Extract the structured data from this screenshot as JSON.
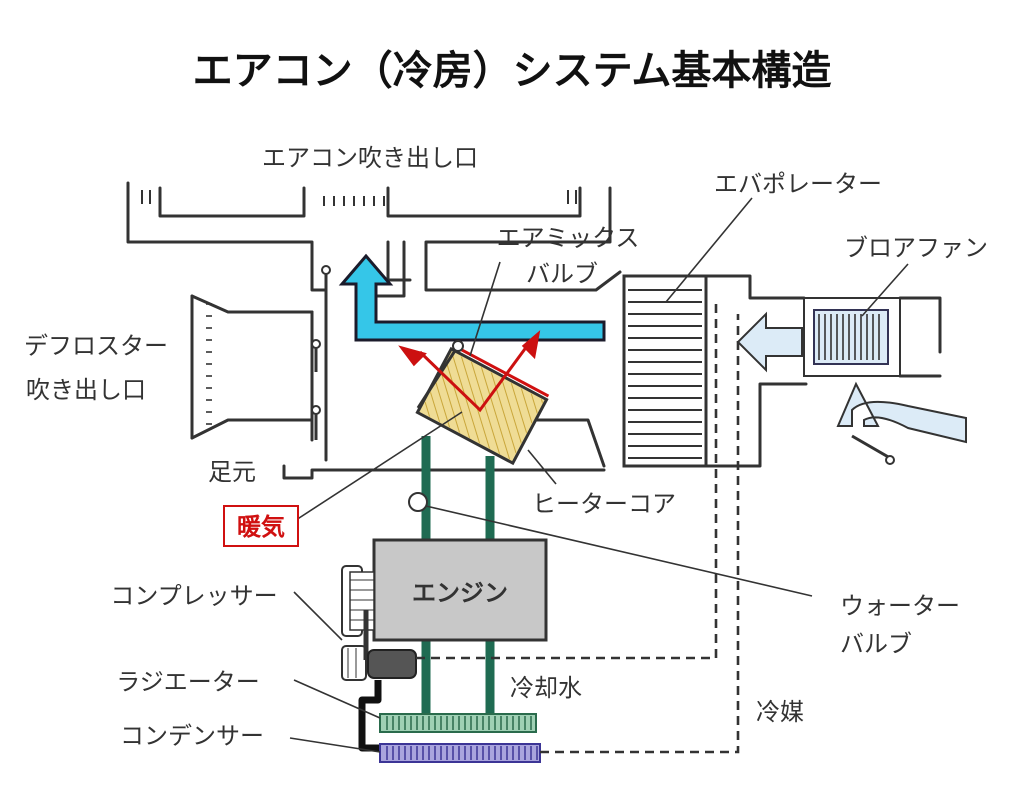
{
  "title": "エアコン（冷房）システム基本構造",
  "labels": {
    "ac_outlet": "エアコン吹き出し口",
    "evaporator": "エバポレーター",
    "air_mix_1": "エアミックス",
    "air_mix_2": "バルブ",
    "blower_fan": "ブロアファン",
    "defroster_1": "デフロスター",
    "defroster_2": "吹き出し口",
    "foot": "足元",
    "heating": "暖気",
    "heater_core": "ヒーターコア",
    "engine": "エンジン",
    "compressor": "コンプレッサー",
    "water_valve_1": "ウォーター",
    "water_valve_2": "バルブ",
    "radiator": "ラジエーター",
    "coolant": "冷却水",
    "condenser": "コンデンサー",
    "refrigerant": "冷媒"
  },
  "colors": {
    "cold_air": "#35c6e8",
    "blower_air": "#dcebf7",
    "heater_core": "#efdc95",
    "heater_edge": "#d01010",
    "warm_air": "#cc1010",
    "coolant_pipe": "#1f6b52",
    "engine_body": "#c8c8c8",
    "radiator": "#9fd0b4",
    "condenser": "#a9a4dd"
  }
}
